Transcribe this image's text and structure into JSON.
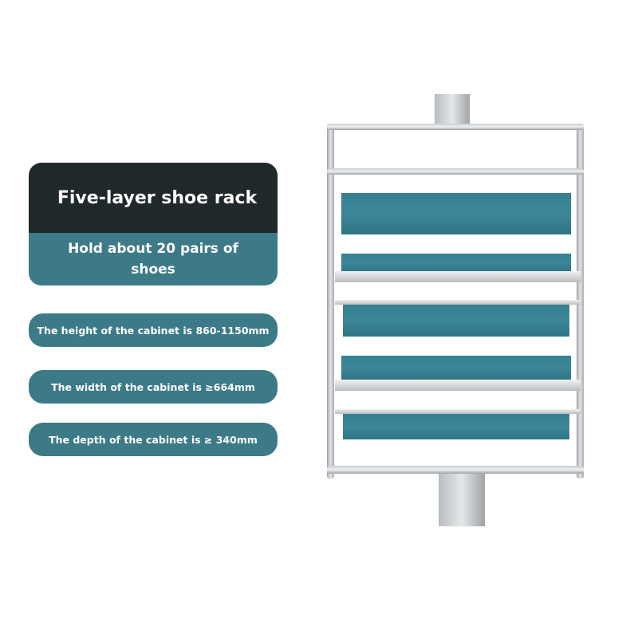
{
  "title_card": {
    "heading": "Five-layer shoe rack",
    "subheading": "Hold about 20 pairs of shoes"
  },
  "specs": [
    {
      "label": "The height of the cabinet is 860-1150mm"
    },
    {
      "label": "The width of the cabinet is ≥664mm"
    },
    {
      "label": "The depth of the cabinet is ≥ 340mm"
    }
  ],
  "product_image": {
    "subject": "rotating five-layer shoe rack",
    "shelf_count": 5
  },
  "colors": {
    "dark": "#212829",
    "teal": "#3c7a88",
    "shelf_teal": "#378394",
    "frame_silver": "#c9ccd0"
  }
}
